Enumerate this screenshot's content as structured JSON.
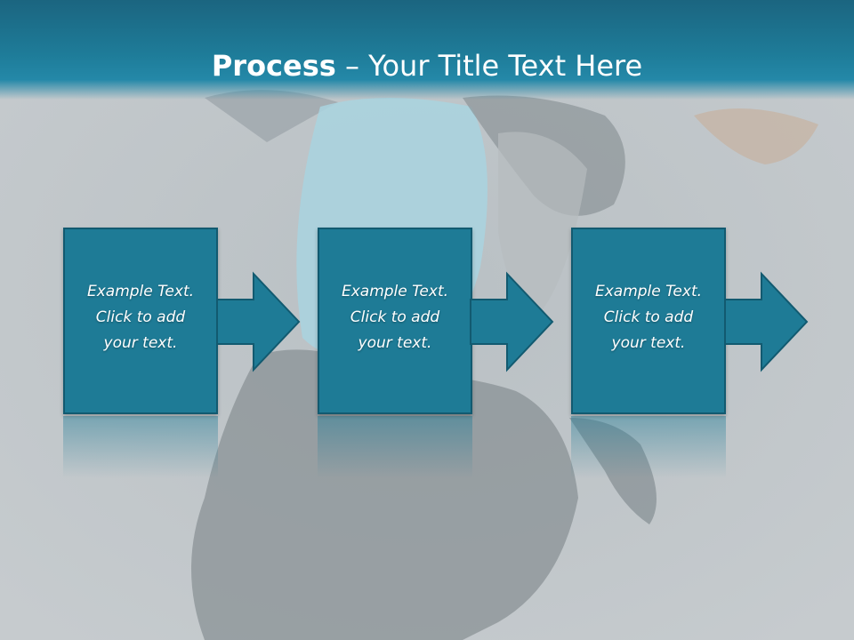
{
  "slide": {
    "title_bold": "Process",
    "title_rest": " – Your Title Text Here"
  },
  "steps": [
    {
      "line1": "Example Text.",
      "line2": "Click  to add",
      "line3": "your text."
    },
    {
      "line1": "Example Text.",
      "line2": "Click  to add",
      "line3": "your text."
    },
    {
      "line1": "Example Text.",
      "line2": "Click  to add",
      "line3": "your text."
    }
  ],
  "colors": {
    "header": "#1e7c99",
    "box_fill": "#1e7b96",
    "box_border": "#125a70",
    "background": "#bfc5c8"
  },
  "icons": [
    "arrow-right-icon"
  ]
}
